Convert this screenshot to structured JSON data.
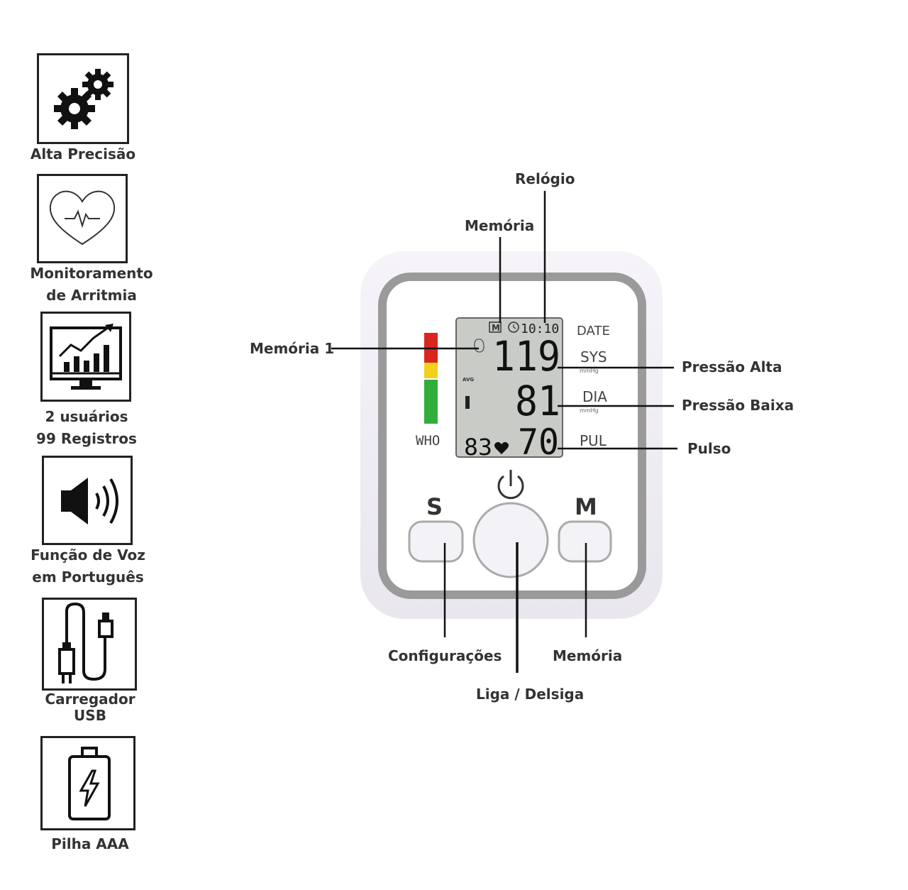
{
  "features": [
    {
      "icon": "gears-icon",
      "lines": [
        "Alta Precisão"
      ]
    },
    {
      "icon": "heart-pulse-icon",
      "lines": [
        "Monitoramento",
        "de Arritmia"
      ]
    },
    {
      "icon": "monitor-chart-icon",
      "lines": [
        "2  usuários",
        "99 Registros"
      ]
    },
    {
      "icon": "speaker-icon",
      "lines": [
        "Função de Voz",
        "em Português"
      ]
    },
    {
      "icon": "usb-cable-icon",
      "lines": [
        "Carregador",
        "USB"
      ]
    },
    {
      "icon": "battery-icon",
      "lines": [
        "Pilha AAA"
      ]
    }
  ],
  "callouts": {
    "relogio": "Relógio",
    "memoria_top": "Memória",
    "memoria1": "Memória 1",
    "pressao_alta": "Pressão Alta",
    "pressao_baixa": "Pressão Baixa",
    "pulso": "Pulso",
    "configuracoes": "Configurações",
    "memoria_bottom": "Memória",
    "liga_desliga": "Liga / Delsiga"
  },
  "device": {
    "who_label": "WHO",
    "who_colors": [
      "#d8261f",
      "#f2d01c",
      "#2fae3c"
    ],
    "lcd": {
      "mem_badge": "M",
      "clock": "10:10",
      "date_label": "DATE",
      "sys_label": "SYS",
      "dia_label": "DIA",
      "pul_label": "PUL",
      "avg_label": "AVG",
      "unit": "mmHg",
      "sys_value": "119",
      "dia_value": "81",
      "pul_value": "70",
      "heart_rate": "83"
    },
    "buttons": {
      "s": "S",
      "m": "M"
    },
    "colors": {
      "lcd_bg": "#c9cbc7",
      "frame": "#9a9a9a",
      "body": "#f3f1f6"
    }
  }
}
